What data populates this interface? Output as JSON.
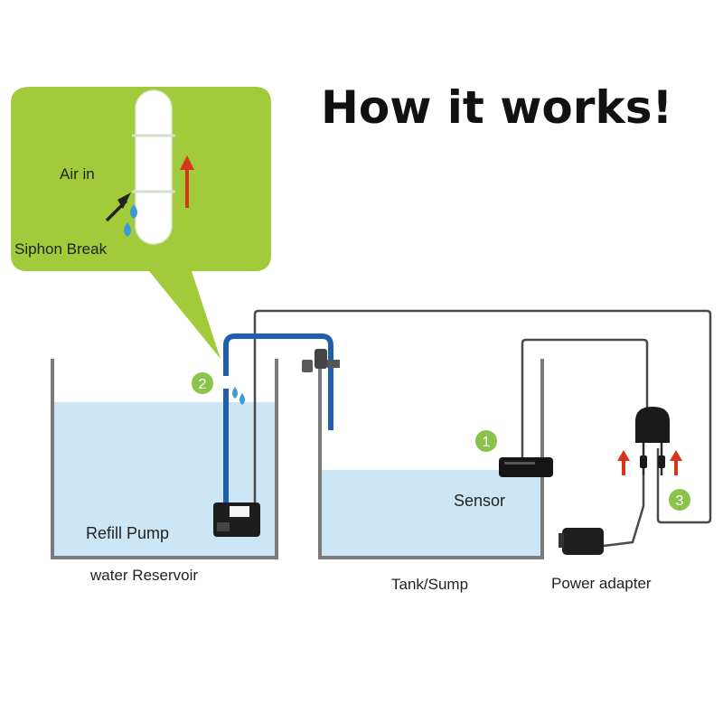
{
  "title": "How it works!",
  "callout": {
    "air_in": "Air in",
    "siphon_break": "Siphon Break"
  },
  "labels": {
    "refill_pump": "Refill Pump",
    "water_reservoir": "water Reservoir",
    "sensor": "Sensor",
    "tank_sump": "Tank/Sump",
    "power_adapter": "Power adapter"
  },
  "steps": [
    "1",
    "2",
    "3"
  ],
  "colors": {
    "callout_green": "#a2cb3b",
    "step_green": "#8bc34a",
    "water": "#cde6f5",
    "blue_tube": "#1e5fb0",
    "arrow_red": "#d9341c",
    "drop_blue": "#3b9ad9"
  }
}
